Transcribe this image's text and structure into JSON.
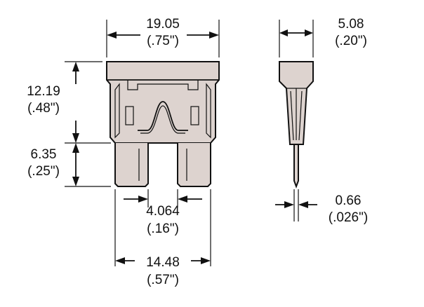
{
  "dimensions": {
    "overall_width": {
      "mm": "19.05",
      "in": "(.75\")"
    },
    "side_thickness": {
      "mm": "5.08",
      "in": "(.20\")"
    },
    "body_height": {
      "mm": "12.19",
      "in": "(.48\")"
    },
    "blade_length": {
      "mm": "6.35",
      "in": "(.25\")"
    },
    "blade_gap": {
      "mm": "4.064",
      "in": "(.16\")"
    },
    "blade_span": {
      "mm": "14.48",
      "in": "(.57\")"
    },
    "blade_thickness": {
      "mm": "0.66",
      "in": "(.026\")"
    }
  },
  "colors": {
    "body": "#ddd3cf",
    "line": "#111111"
  }
}
